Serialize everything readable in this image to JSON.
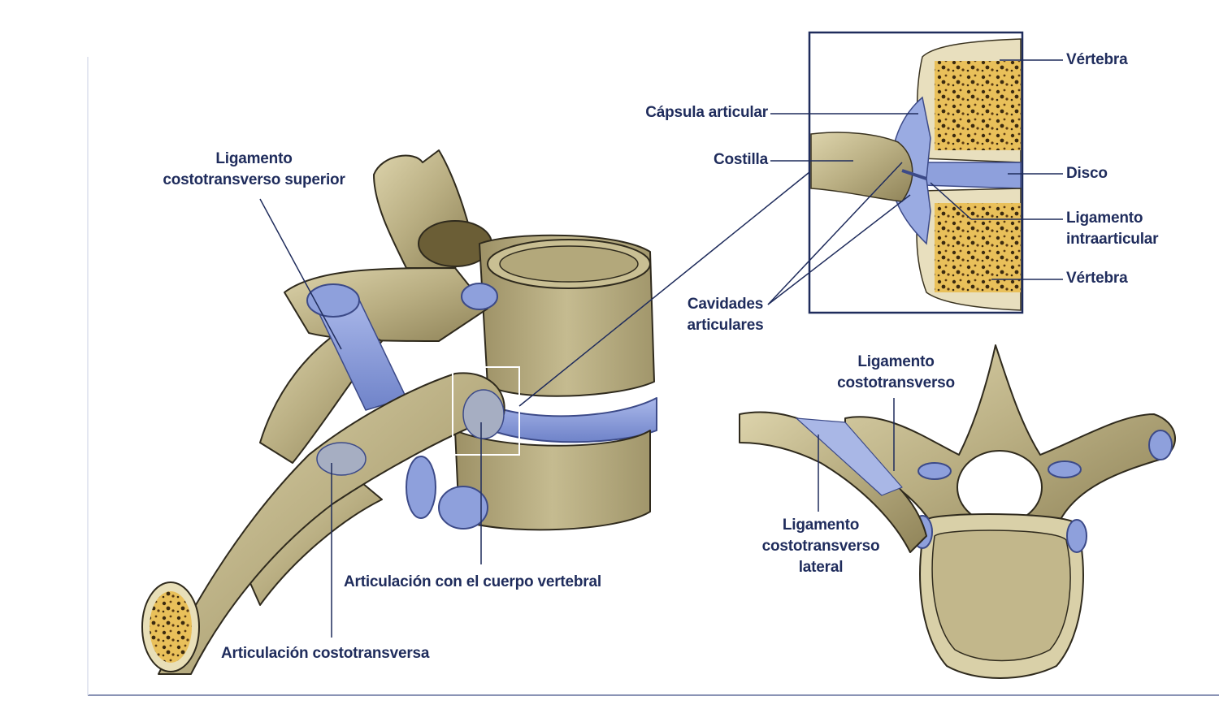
{
  "colors": {
    "bone": "#cdc49c",
    "bone_dark": "#7a6d45",
    "bone_outline": "#2f2a1d",
    "marrow": "#e3b54a",
    "cartilage_blue": "#8ea0dc",
    "ligament_blue": "#a9b7e6",
    "label_text": "#1f2c5c",
    "leader_line": "#1f2c5c"
  },
  "labels": {
    "lig_costotransverso_superior": {
      "line1": "Ligamento",
      "line2": "costotransverso superior"
    },
    "articulacion_cuerpo_vertebral": "Articulación con el cuerpo vertebral",
    "articulacion_costotransversa": "Articulación costotransversa",
    "capsula_articular": "Cápsula articular",
    "costilla": "Costilla",
    "cavidades_articulares": {
      "line1": "Cavidades",
      "line2": "articulares"
    },
    "vertebra_superior": "Vértebra",
    "disco": "Disco",
    "ligamento_intraarticular": {
      "line1": "Ligamento",
      "line2": "intraarticular"
    },
    "vertebra_inferior": "Vértebra",
    "lig_costotransverso": {
      "line1": "Ligamento",
      "line2": "costotransverso"
    },
    "lig_costotransverso_lateral": {
      "line1": "Ligamento",
      "line2": "costotransverso",
      "line3": "lateral"
    }
  }
}
